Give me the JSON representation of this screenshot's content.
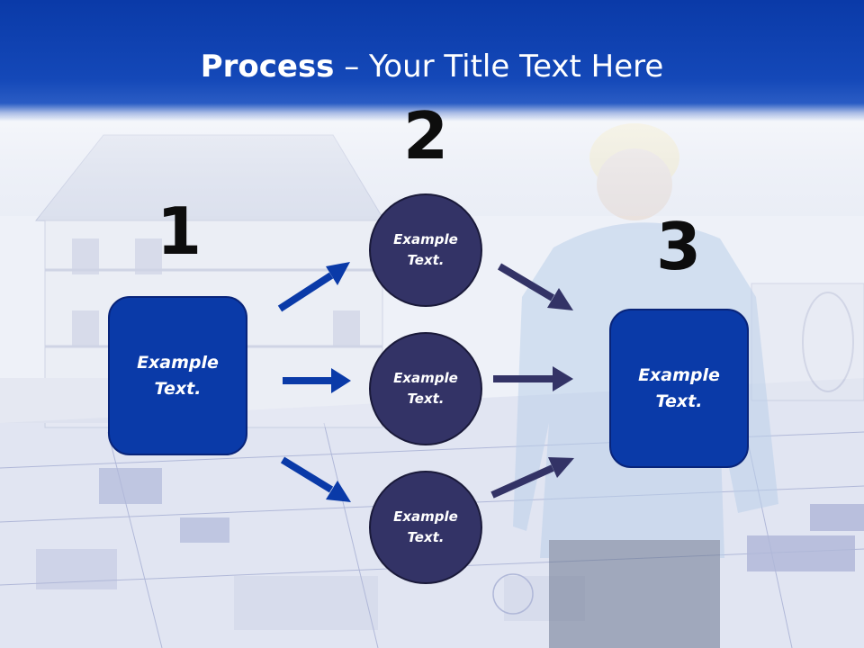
{
  "title": {
    "bold": "Process",
    "rest": " – Your Title Text Here"
  },
  "steps": [
    {
      "number": "1",
      "box_text": "Example Text."
    },
    {
      "number": "2",
      "circles": [
        {
          "text": "Example Text."
        },
        {
          "text": "Example Text."
        },
        {
          "text": "Example Text."
        }
      ]
    },
    {
      "number": "3",
      "box_text": "Example Text."
    }
  ],
  "colors": {
    "title_bar": "#0a3aa8",
    "box_fill": "#0a3aa8",
    "circle_fill": "#333366",
    "arrow_blue": "#0a3aa8",
    "arrow_navy": "#333366"
  }
}
